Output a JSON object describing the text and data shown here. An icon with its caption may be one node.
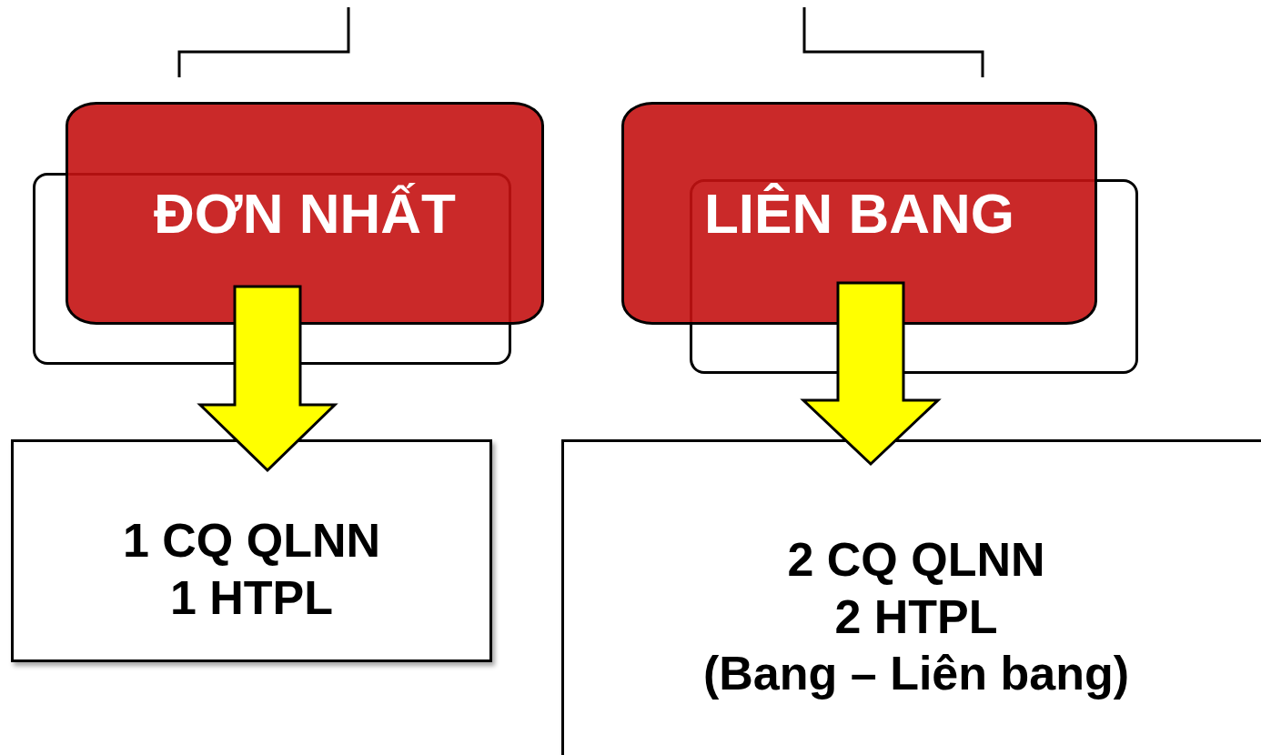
{
  "diagram": {
    "nodes": [
      {
        "text": [
          "ĐƠN NHẤT"
        ]
      },
      {
        "text": [
          "LIÊN BANG"
        ]
      },
      {
        "text": [
          "1 CQ QLNN",
          "1 HTPL"
        ]
      },
      {
        "text": [
          "2 CQ QLNN",
          "2 HTPL",
          "(Bang – Liên bang)"
        ]
      }
    ],
    "edges": [
      {
        "from": null,
        "to": 0,
        "arrow": "none"
      },
      {
        "from": null,
        "to": 1,
        "arrow": "none"
      },
      {
        "from": 0,
        "to": 2,
        "arrow": "to",
        "style": "thick",
        "color": "#ffff00"
      },
      {
        "from": 1,
        "to": 3,
        "arrow": "to",
        "style": "thick",
        "color": "#ffff00"
      }
    ]
  }
}
